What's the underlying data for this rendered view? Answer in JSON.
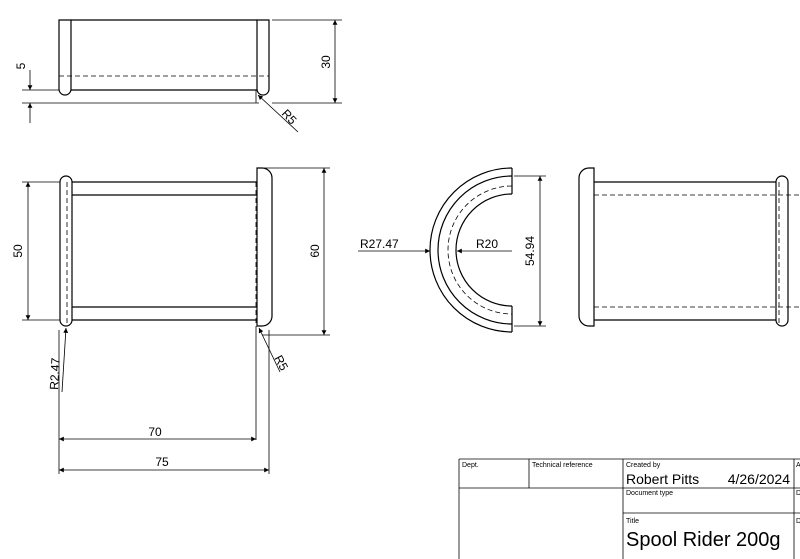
{
  "dimensions": {
    "top_view_offset": "5",
    "top_view_height": "30",
    "top_view_radius": "R5",
    "front_view_inner_height": "50",
    "front_view_outer_height": "60",
    "front_view_radius": "R5",
    "front_view_small_radius": "R2.47",
    "inner_length": "70",
    "outer_length": "75",
    "arc_outer_radius": "R27.47",
    "arc_inner_radius": "R20",
    "arc_span": "54.94"
  },
  "title_block": {
    "dept_label": "Dept.",
    "tech_ref_label": "Technical reference",
    "created_by_label": "Created by",
    "created_by_value": "Robert Pitts",
    "date_value": "4/26/2024",
    "approved_label": "A",
    "doc_type_label": "Document type",
    "doc_status_label": "D",
    "title_label": "Title",
    "title_value": "Spool Rider 200g",
    "dwg_label": "D"
  }
}
